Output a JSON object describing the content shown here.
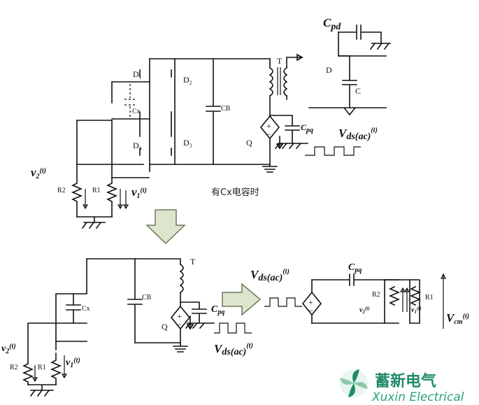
{
  "top": {
    "Cpd": "C",
    "Cpd_sub": "pd",
    "T": "T",
    "D": "D",
    "C": "C",
    "D1": "D₁",
    "D2": "D₂",
    "D3": "D₃",
    "D4": "D₄",
    "Cx": "Cx",
    "CB": "CB",
    "Q": "Q",
    "Cpq": "C",
    "Cpq_sub": "pq",
    "Vds": "V",
    "Vds_sub": "ds(ac)",
    "Vds_arg": "(t)",
    "v2": "v",
    "v2_sub": "2",
    "v2_arg": "(t)",
    "v1": "v",
    "v1_sub": "1",
    "v1_arg": "(t)",
    "R1": "R1",
    "R2": "R2",
    "caption": "有Cx电容时"
  },
  "bottom": {
    "T": "T",
    "CB": "CB",
    "Cx": "Cx",
    "Q": "Q",
    "Cpq": "C",
    "Cpq_sub": "pq",
    "Vds": "V",
    "Vds_sub": "ds(ac)",
    "Vds_arg": "(t)",
    "v2": "v",
    "v2_sub": "2",
    "v2_arg": "(t)",
    "v1": "v",
    "v1_sub": "1",
    "v1_arg": "(t)",
    "R1": "R1",
    "R2": "R2"
  },
  "equiv": {
    "Vds": "V",
    "Vds_sub": "ds(ac)",
    "Vds_arg": "(t)",
    "Cpq": "C",
    "Cpq_sub": "pq",
    "R1": "R1",
    "R2": "R2",
    "v2": "v",
    "v2_sub": "2",
    "v2_arg": "(t)",
    "v1": "v",
    "v1_sub": "1",
    "v1_arg": "(t)",
    "Vcm": "V",
    "Vcm_sub": "cm",
    "Vcm_arg": "(t)"
  },
  "brand": {
    "cn": "蓄新电气",
    "en": "Xuxin Electrical"
  },
  "colors": {
    "arrow_fill": "#dde5cf",
    "arrow_stroke": "#6b7a5a",
    "brand_green": "#1f8a6a",
    "logo_light": "#8cc8a8"
  },
  "icons": {
    "down-arrow": "block-arrow-down",
    "right-arrow": "block-arrow-right",
    "logo": "pinwheel-logo"
  }
}
